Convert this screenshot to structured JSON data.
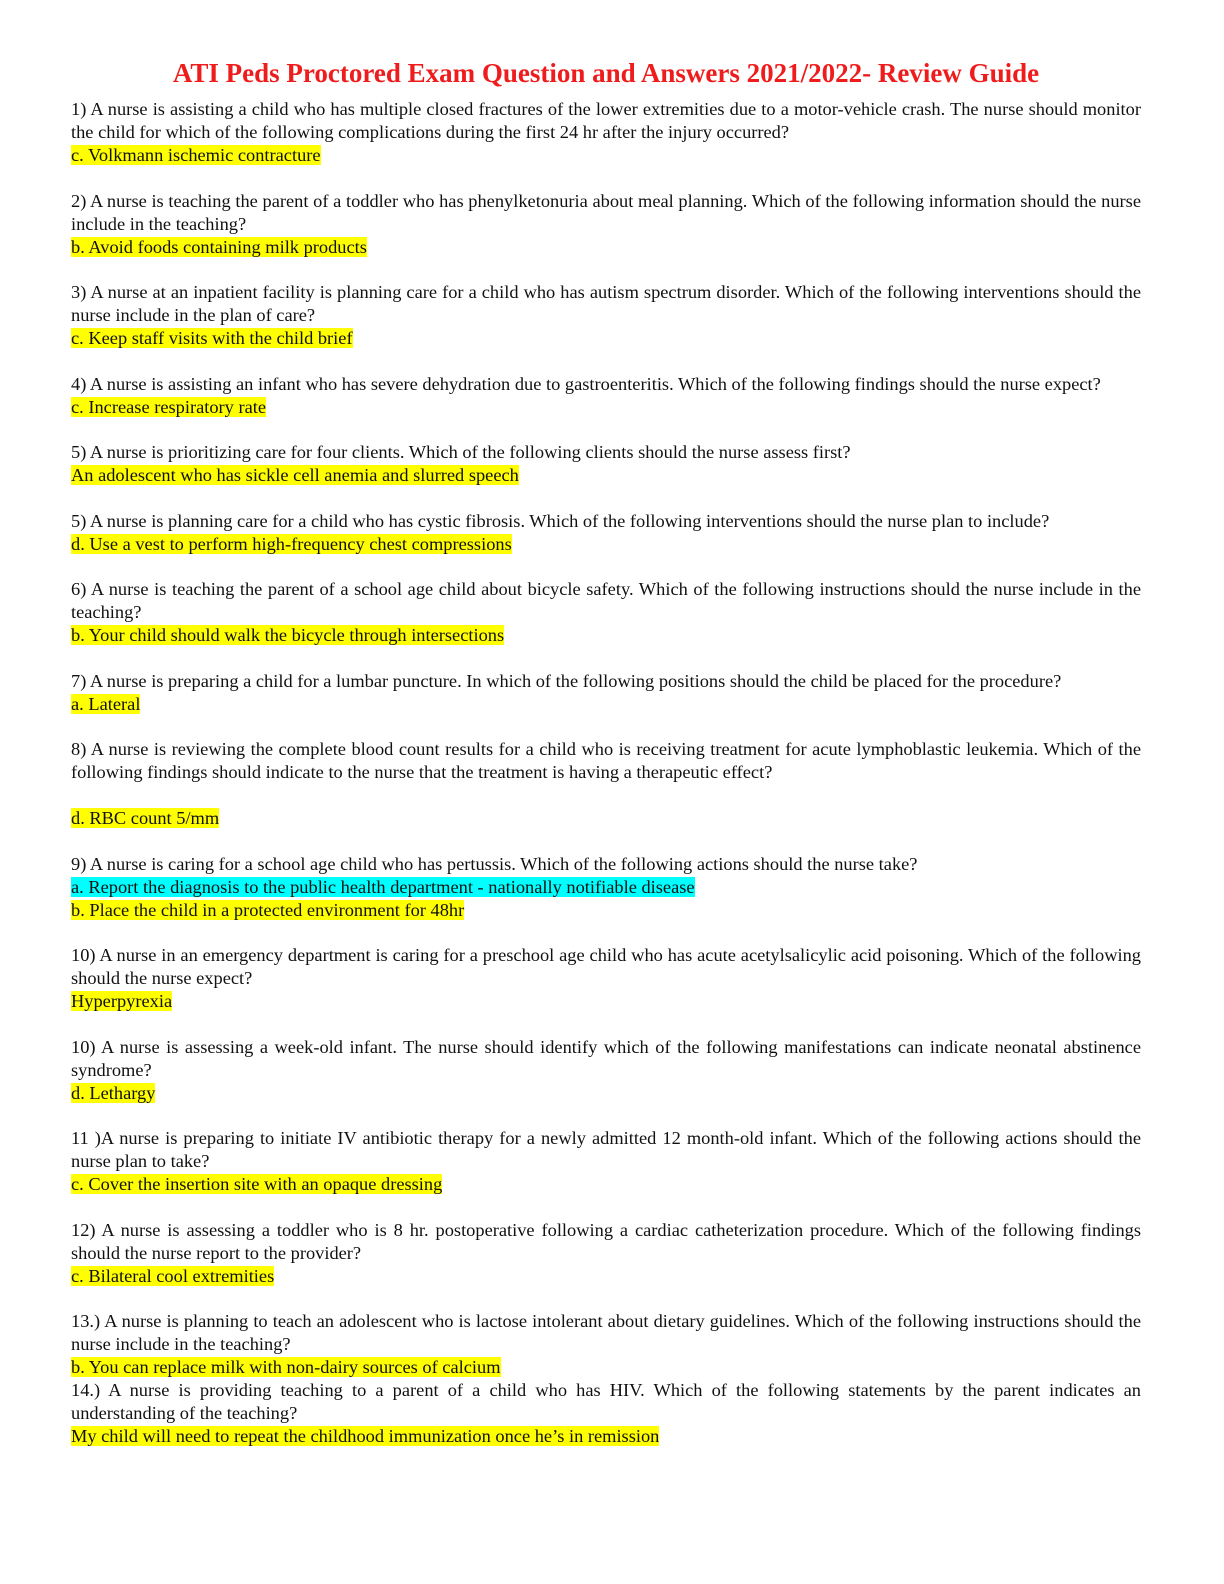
{
  "document": {
    "title": "ATI Peds Proctored Exam Question and Answers 2021/2022- Review Guide",
    "highlight_colors": {
      "yellow": "#ffff00",
      "cyan": "#00ffff"
    },
    "items": [
      {
        "question": "1) A nurse is assisting a child who has multiple closed fractures of the lower extremities due to a motor-vehicle crash. The nurse should monitor the child for which of the following complications during the first 24 hr after the injury occurred?",
        "answers": [
          "c. Volkmann ischemic contracture"
        ]
      },
      {
        "question": "2) A nurse is teaching the parent of a toddler who has phenylketonuria about meal planning. Which of the following information should the nurse include in the teaching?",
        "answers": [
          "b. Avoid foods containing milk products"
        ]
      },
      {
        "question": "3) A nurse at an inpatient facility is planning care for a child who has autism spectrum disorder. Which of the following interventions should the nurse include in the plan of care?",
        "answers": [
          "c. Keep staff visits with the child brief"
        ]
      },
      {
        "question": "4) A nurse is assisting an infant who has severe dehydration due to gastroenteritis. Which of the following findings should the nurse expect?",
        "answers": [
          "c. Increase respiratory rate"
        ]
      },
      {
        "question": "5) A nurse is prioritizing care for four clients. Which of the following clients should the nurse assess first?",
        "answers": [
          "An adolescent who has sickle cell anemia and slurred speech"
        ]
      },
      {
        "question": "5)  A nurse is planning care for a child who has cystic fibrosis. Which of the following interventions should the nurse plan to include?",
        "answers": [
          "d. Use a vest to perform high-frequency chest compressions"
        ]
      },
      {
        "question": "6) A nurse is teaching the parent of a school age child about bicycle safety. Which of the following instructions should the nurse include in the teaching?",
        "answers": [
          "b. Your child should walk the bicycle through intersections"
        ]
      },
      {
        "question": "7) A nurse is preparing a child for a lumbar puncture. In which of the following positions should the child be placed for the procedure?",
        "answers": [
          "a. Lateral"
        ]
      },
      {
        "question": "8) A nurse is reviewing the complete blood count results for a child who is receiving treatment for acute lymphoblastic leukemia. Which of the following findings should indicate to the nurse that the treatment is having a therapeutic effect?",
        "blank_before_answer": true,
        "answers": [
          "d. RBC count 5/mm"
        ]
      },
      {
        "question": "9) A nurse is caring for a school age child who has pertussis. Which of the following actions should the nurse take?",
        "answers": [
          "a. Report the diagnosis to the public health department - nationally notifiable disease",
          "b. Place the child in a protected environment for 48hr"
        ],
        "answer_colors": [
          "cyan",
          "yellow"
        ]
      },
      {
        "question": "10) A nurse in an emergency department is caring for a preschool age child who has acute acetylsalicylic acid poisoning. Which of the following should the nurse expect?",
        "answers": [
          "Hyperpyrexia"
        ]
      },
      {
        "question": "10) A nurse is assessing a week-old infant. The nurse should identify which of the following manifestations can indicate neonatal abstinence syndrome?",
        "answers": [
          "d. Lethargy"
        ]
      },
      {
        "question": "11 )A nurse is preparing to initiate IV antibiotic therapy for a newly admitted 12 month-old infant. Which of the following actions should the nurse plan to take?",
        "answers": [
          "c. Cover the insertion site with an opaque dressing"
        ]
      },
      {
        "question": "12) A nurse is assessing a toddler who is 8 hr. postoperative following a cardiac catheterization procedure. Which of the following findings should the nurse report to the provider?",
        "answers": [
          "c. Bilateral cool extremities"
        ]
      },
      {
        "question": "13.) A nurse is planning to teach an adolescent who is lactose intolerant about dietary guidelines. Which of the following instructions should the nurse include in the teaching?",
        "answers": [
          "b. You can replace milk with non-dairy sources of calcium"
        ],
        "no_gap_after": true
      },
      {
        "question": "14.) A nurse is providing teaching to a parent of a child who has HIV. Which of the following statements by the parent indicates an understanding of the teaching?",
        "answers": [
          "My child will need to repeat the childhood immunization once he’s in remission"
        ]
      }
    ]
  }
}
